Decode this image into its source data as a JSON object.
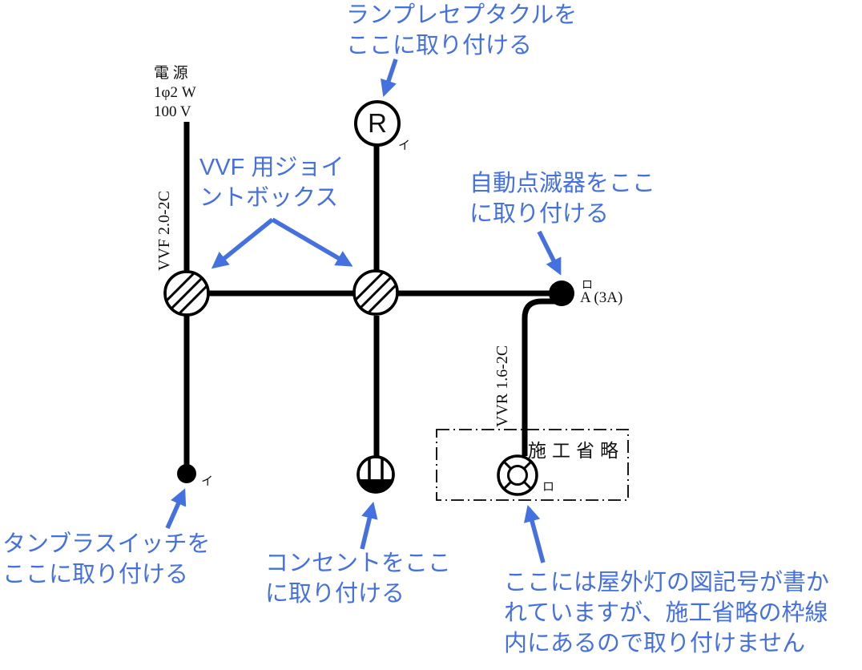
{
  "colors": {
    "annotation_blue": "#4570e0",
    "diagram_black": "#000000"
  },
  "power_source": {
    "line1": "電 源",
    "line2": "1φ2 W",
    "line3": "100 V"
  },
  "cable_labels": {
    "vvf": "VVF 2.0-2C",
    "vvr": "VVR 1.6-2C"
  },
  "device_labels": {
    "lamp_receptacle_letter": "R",
    "lamp_receptacle_circuit": "イ",
    "switch_circuit": "イ",
    "auto_switch_circuit": "ロ",
    "auto_switch_rating": "A (3A)",
    "outdoor_light_circuit": "ロ",
    "omission_box_label": "施工省略"
  },
  "annotations": {
    "lamp_receptacle": {
      "line1": "ランプレセプタクルを",
      "line2": "ここに取り付ける"
    },
    "joint_boxes": {
      "line1": "VVF 用ジョイ",
      "line2": "ントボックス"
    },
    "auto_switch": {
      "line1": "自動点滅器をここ",
      "line2": "に取り付ける"
    },
    "tumbler_switch": {
      "line1": "タンブラスイッチを",
      "line2": "ここに取り付ける"
    },
    "outlet": {
      "line1": "コンセントをここ",
      "line2": "に取り付ける"
    },
    "outdoor_light": {
      "line1": "ここには屋外灯の図記号が書か",
      "line2": "れていますが、施工省略の枠線",
      "line3": "内にあるので取り付けません"
    }
  }
}
